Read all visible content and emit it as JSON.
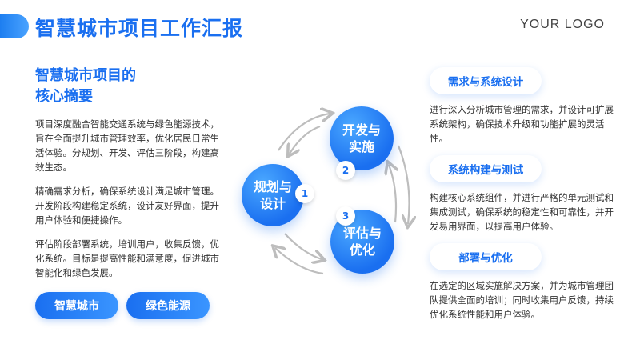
{
  "header": {
    "title": "智慧城市项目工作汇报",
    "logo": "YOUR LOGO"
  },
  "summary": {
    "title_line1": "智慧城市项目的",
    "title_line2": "核心摘要",
    "paragraphs": [
      "项目深度融合智能交通系统与绿色能源技术，旨在全面提升城市管理效率，优化居民日常生活体验。分规划、开发、评估三阶段，构建高效生态。",
      "精确需求分析，确保系统设计满足城市管理。开发阶段构建稳定系统，设计友好界面，提升用户体验和便捷操作。",
      "评估阶段部署系统，培训用户，收集反馈，优化系统。目标是提高性能和满意度，促进城市智能化和绿色发展。"
    ],
    "tags": [
      "智慧城市",
      "绿色能源"
    ]
  },
  "cycle": {
    "stages": [
      {
        "line1": "规划与",
        "line2": "设计",
        "number": "1"
      },
      {
        "line1": "开发与",
        "line2": "实施",
        "number": "2"
      },
      {
        "line1": "评估与",
        "line2": "优化",
        "number": "3"
      }
    ]
  },
  "steps": [
    {
      "title": "需求与系统设计",
      "description": "进行深入分析城市管理的需求，并设计可扩展系统架构，确保技术升级和功能扩展的灵活性。"
    },
    {
      "title": "系统构建与测试",
      "description": "构建核心系统组件，并进行严格的单元测试和集成测试，确保系统的稳定性和可靠性，并开发易用界面，以提高用户体验。"
    },
    {
      "title": "部署与优化",
      "description": "在选定的区域实施解决方案，并为城市管理团队提供全面的培训；同时收集用户反馈，持续优化系统性能和用户体验。"
    }
  ],
  "colors": {
    "accent": "#1a6ff0",
    "accent_light": "#4aa8ff",
    "arrow": "#bdbdbd"
  }
}
